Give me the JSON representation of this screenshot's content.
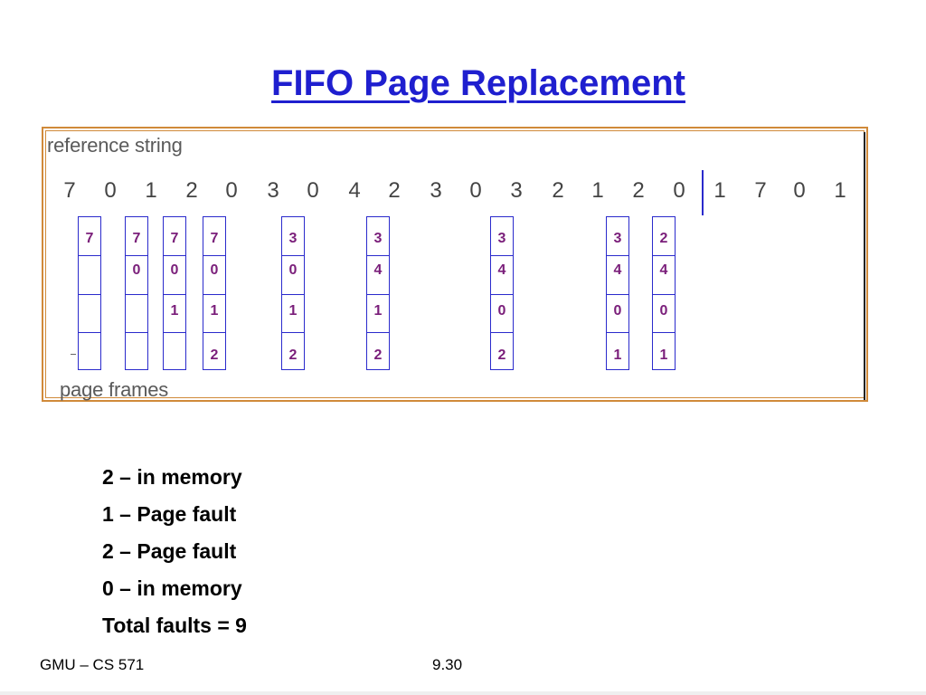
{
  "title": "FIFO Page Replacement",
  "diagram": {
    "reference_label": "reference string",
    "frames_label": "page frames",
    "reference_string": [
      "7",
      "0",
      "1",
      "2",
      "0",
      "3",
      "0",
      "4",
      "2",
      "3",
      "0",
      "3",
      "2",
      "1",
      "2",
      "0",
      "1",
      "7",
      "0",
      "1"
    ],
    "frames": [
      [
        "7",
        "",
        "",
        ""
      ],
      [
        "7",
        "0",
        "",
        ""
      ],
      [
        "7",
        "0",
        "1",
        ""
      ],
      [
        "7",
        "0",
        "1",
        "2"
      ],
      [
        "3",
        "0",
        "1",
        "2"
      ],
      [
        "3",
        "4",
        "1",
        "2"
      ],
      [
        "3",
        "4",
        "0",
        "2"
      ],
      [
        "3",
        "4",
        "0",
        "1"
      ],
      [
        "2",
        "4",
        "0",
        "1"
      ]
    ]
  },
  "notes": [
    "2 – in memory",
    "1 – Page fault",
    "2 – Page fault",
    "0 – in memory",
    "Total faults = 9"
  ],
  "footer": {
    "left": "GMU – CS 571",
    "page": "9.30"
  }
}
